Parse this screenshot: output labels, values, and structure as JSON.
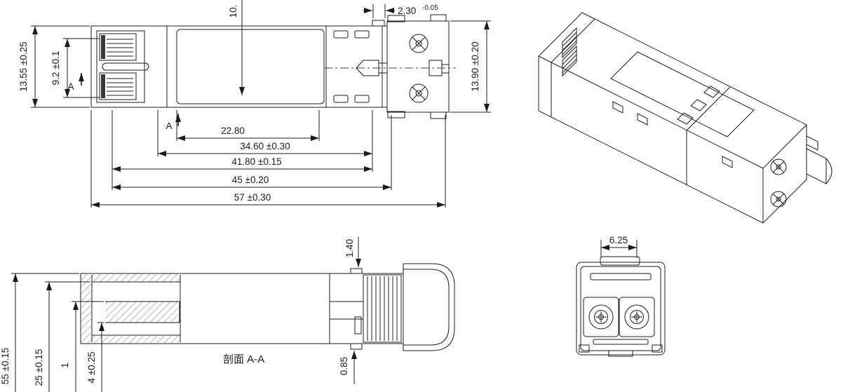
{
  "colors": {
    "line": "#1c1c1c",
    "background": "#ffffff"
  },
  "top_view": {
    "section_marker_a1": "A",
    "section_marker_a2": "A",
    "dims": {
      "overall_height": "13.55 ±0.25",
      "opening_height": "9.2 ±0.1",
      "center_depth": "10.",
      "tab_nominal": "2.30",
      "tab_tolerance": "-0.05",
      "right_height": "13.90 ±0.20",
      "len_22_80": "22.80",
      "len_34_60": "34.60 ±0.30",
      "len_41_80": "41.80 ±0.15",
      "len_45": "45 ±0.20",
      "len_57": "57 ±0.30"
    }
  },
  "section_view": {
    "caption": "剖面 A-A",
    "dims": {
      "top_tab": "1.40",
      "bottom_standoff": "0.85",
      "left_outer": "55 ±0.15",
      "left_inner": "25 ±0.15",
      "left_wall": "1",
      "left_tongue": "4 ±0.25"
    }
  },
  "front_view": {
    "dims": {
      "port_pitch": "6.25"
    }
  }
}
